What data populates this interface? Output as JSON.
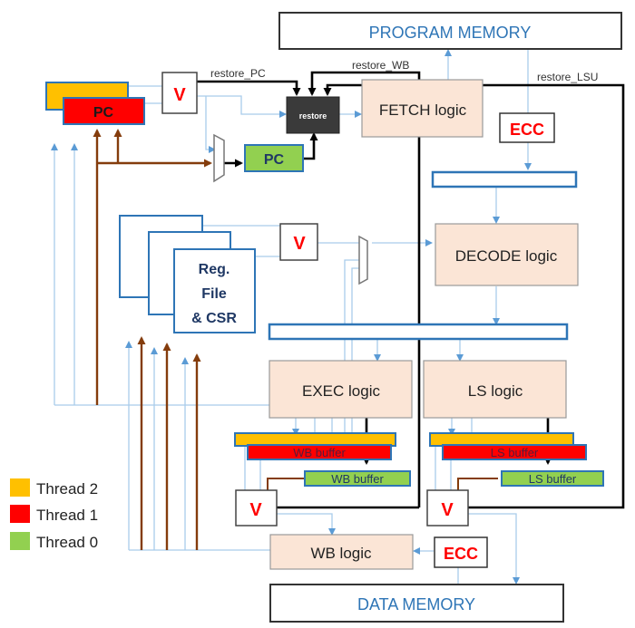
{
  "title": "Triple-thread pipeline with restore and ECC protection",
  "memories": {
    "program": "PROGRAM MEMORY",
    "data": "DATA MEMORY"
  },
  "logic_blocks": {
    "fetch": "FETCH logic",
    "decode": "DECODE logic",
    "exec": "EXEC logic",
    "ls": "LS logic",
    "wb": "WB logic"
  },
  "restore_block": "restore",
  "signals": {
    "restore_pc": "restore_PC",
    "restore_wb": "restore_WB",
    "restore_lsu": "restore_LSU"
  },
  "registers": {
    "pc_replicated": "PC",
    "pc_restored": "PC",
    "regfile_line1": "Reg.",
    "regfile_line2": "File",
    "regfile_line3": "& CSR",
    "wb_buffer_t1": "WB buffer",
    "wb_buffer_t0": "WB buffer",
    "ls_buffer_t1": "LS buffer",
    "ls_buffer_t0": "LS buffer"
  },
  "voter_label": "V",
  "ecc_label": "ECC",
  "legend": [
    {
      "label": "Thread 2",
      "color": "#FFC000"
    },
    {
      "label": "Thread 1",
      "color": "#FF0000"
    },
    {
      "label": "Thread 0",
      "color": "#92D050"
    }
  ],
  "colors": {
    "logic_fill": "#FBE5D6",
    "memory_text": "#2E75B6",
    "voter_text": "#FF0000",
    "bus_blue": "#2E75B6",
    "wire_light": "#9DC3E6",
    "wire_brown": "#843C0C",
    "restore_fill": "#3A3A3A"
  }
}
